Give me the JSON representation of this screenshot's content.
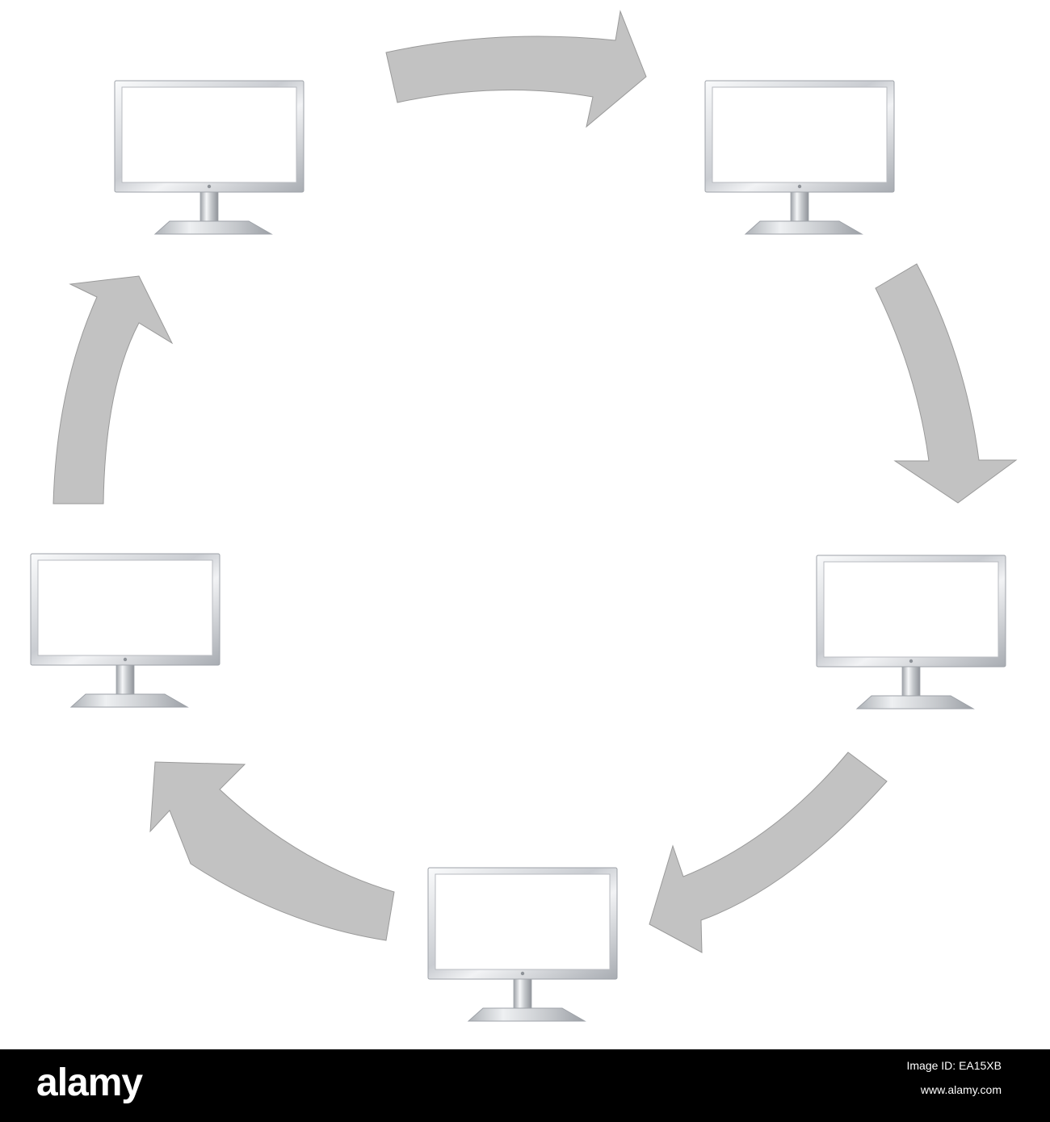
{
  "diagram": {
    "monitor_names": [
      "monitor-top-left",
      "monitor-top-right",
      "monitor-right",
      "monitor-bottom",
      "monitor-left"
    ],
    "arrow_names": [
      "arrow-top",
      "arrow-right",
      "arrow-bottom-right",
      "arrow-bottom-left",
      "arrow-left"
    ],
    "colors": {
      "arrow_fill": "#c2c2c2",
      "arrow_stroke": "#9a9a9a",
      "screen": "#ffffff",
      "bezel_light": "#f4f5f7",
      "bezel_dark": "#9ea2a8"
    }
  },
  "footer": {
    "logo": "alamy",
    "image_id": "Image ID: EA15XB",
    "url": "www.alamy.com"
  }
}
